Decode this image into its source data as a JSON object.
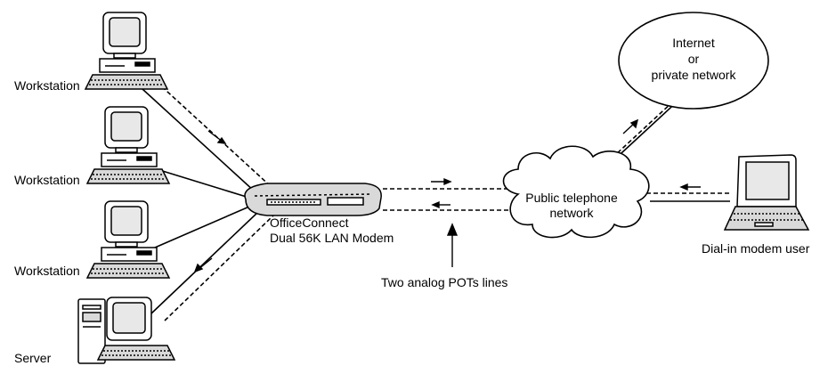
{
  "workstations": [
    {
      "label": "Workstation"
    },
    {
      "label": "Workstation"
    },
    {
      "label": "Workstation"
    }
  ],
  "server": {
    "label": "Server"
  },
  "modem": {
    "line1": "OfficeConnect",
    "line2": "Dual 56K LAN Modem"
  },
  "pots_label": "Two analog POTs lines",
  "phone_network": {
    "line1": "Public telephone",
    "line2": "network"
  },
  "internet": {
    "line1": "Internet",
    "line2": "or",
    "line3": "private network"
  },
  "dialin": {
    "label": "Dial-in modem user"
  },
  "colors": {
    "stroke": "#000000",
    "fill": "#ffffff",
    "screen": "#e8e8e8",
    "device": "#d9d9d9"
  }
}
